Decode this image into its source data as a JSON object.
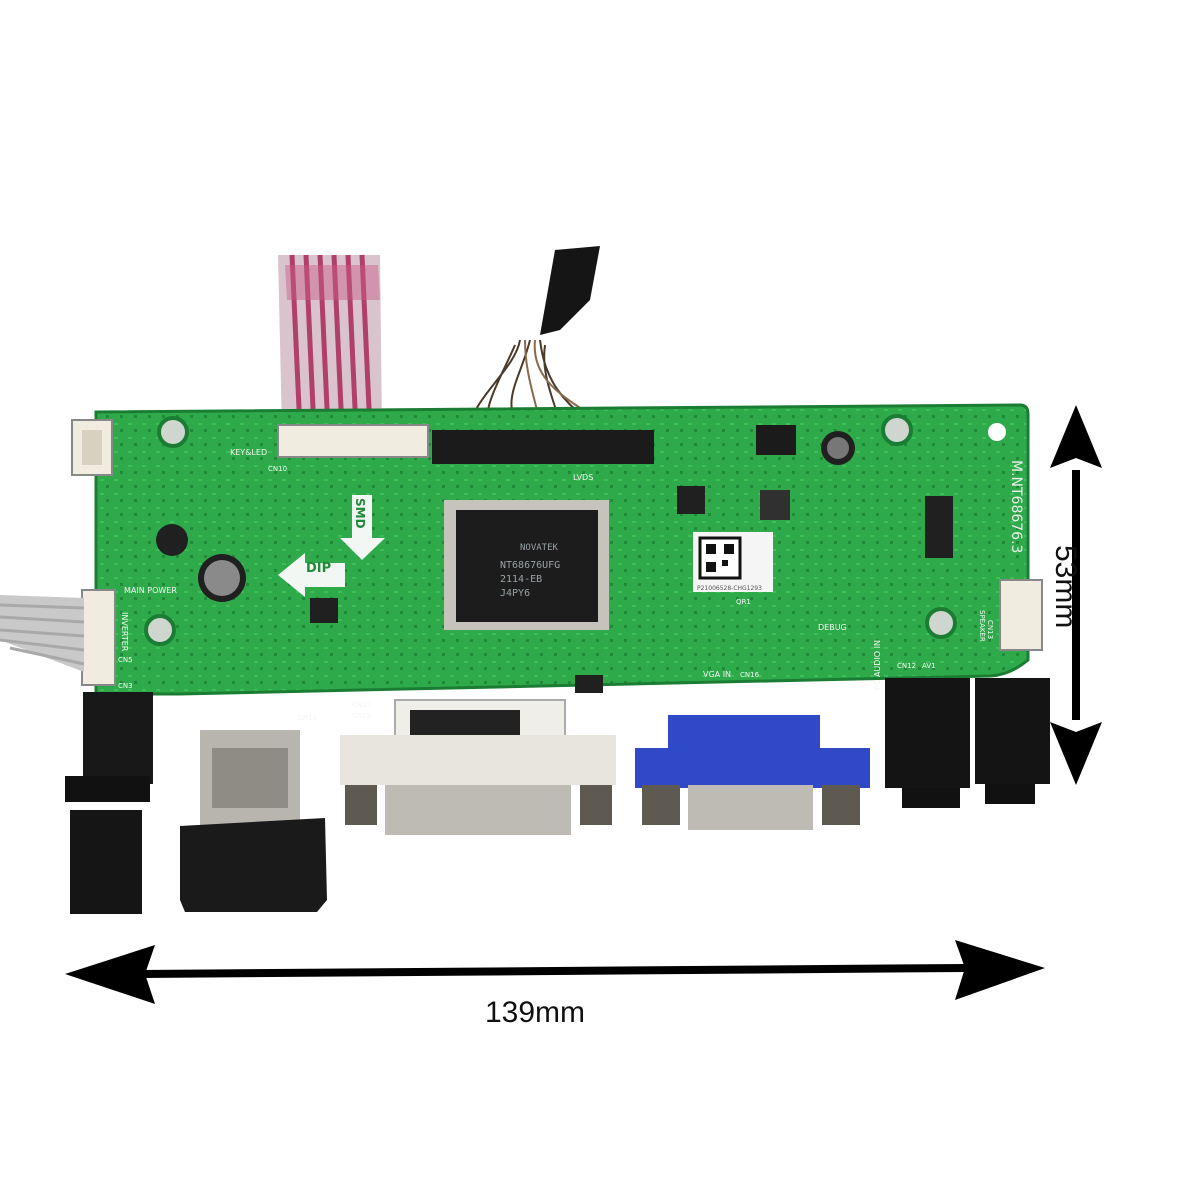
{
  "dimensions": {
    "width": "139mm",
    "height": "53mm"
  },
  "board": {
    "model_silkscreen": "M.NT68676.3",
    "labels": {
      "key_led": "KEY&LED",
      "lvds": "LVDS",
      "smd": "SMD",
      "dip": "DIP",
      "main_power": "MAIN POWER",
      "inverter": "INVERTER",
      "debug": "DEBUG",
      "vga_in": "VGA IN",
      "pc_audio_in": "PC AUDIO IN",
      "speaker": "SPEAKER",
      "av1": "AV1",
      "cn17": "CN17",
      "cn15": "CN15",
      "cn18": "CN18",
      "cn10": "CN10",
      "cn16": "CN16",
      "cn13": "CN13",
      "cn12": "CN12",
      "qr1": "QR1",
      "cn5": "CN5",
      "cn3": "CN3"
    },
    "chip": {
      "brand": "NOVATEK",
      "line1": "NT68676UFG",
      "line2": "2114-EB",
      "line3": "J4PY6"
    },
    "qr_text": "P21006528-CHG1293"
  },
  "colors": {
    "pcb": "#2faa4a",
    "pcb_dark": "#1f8a38",
    "vga": "#2f49c7",
    "dvi": "#e8e5de",
    "arrow": "#000000"
  }
}
